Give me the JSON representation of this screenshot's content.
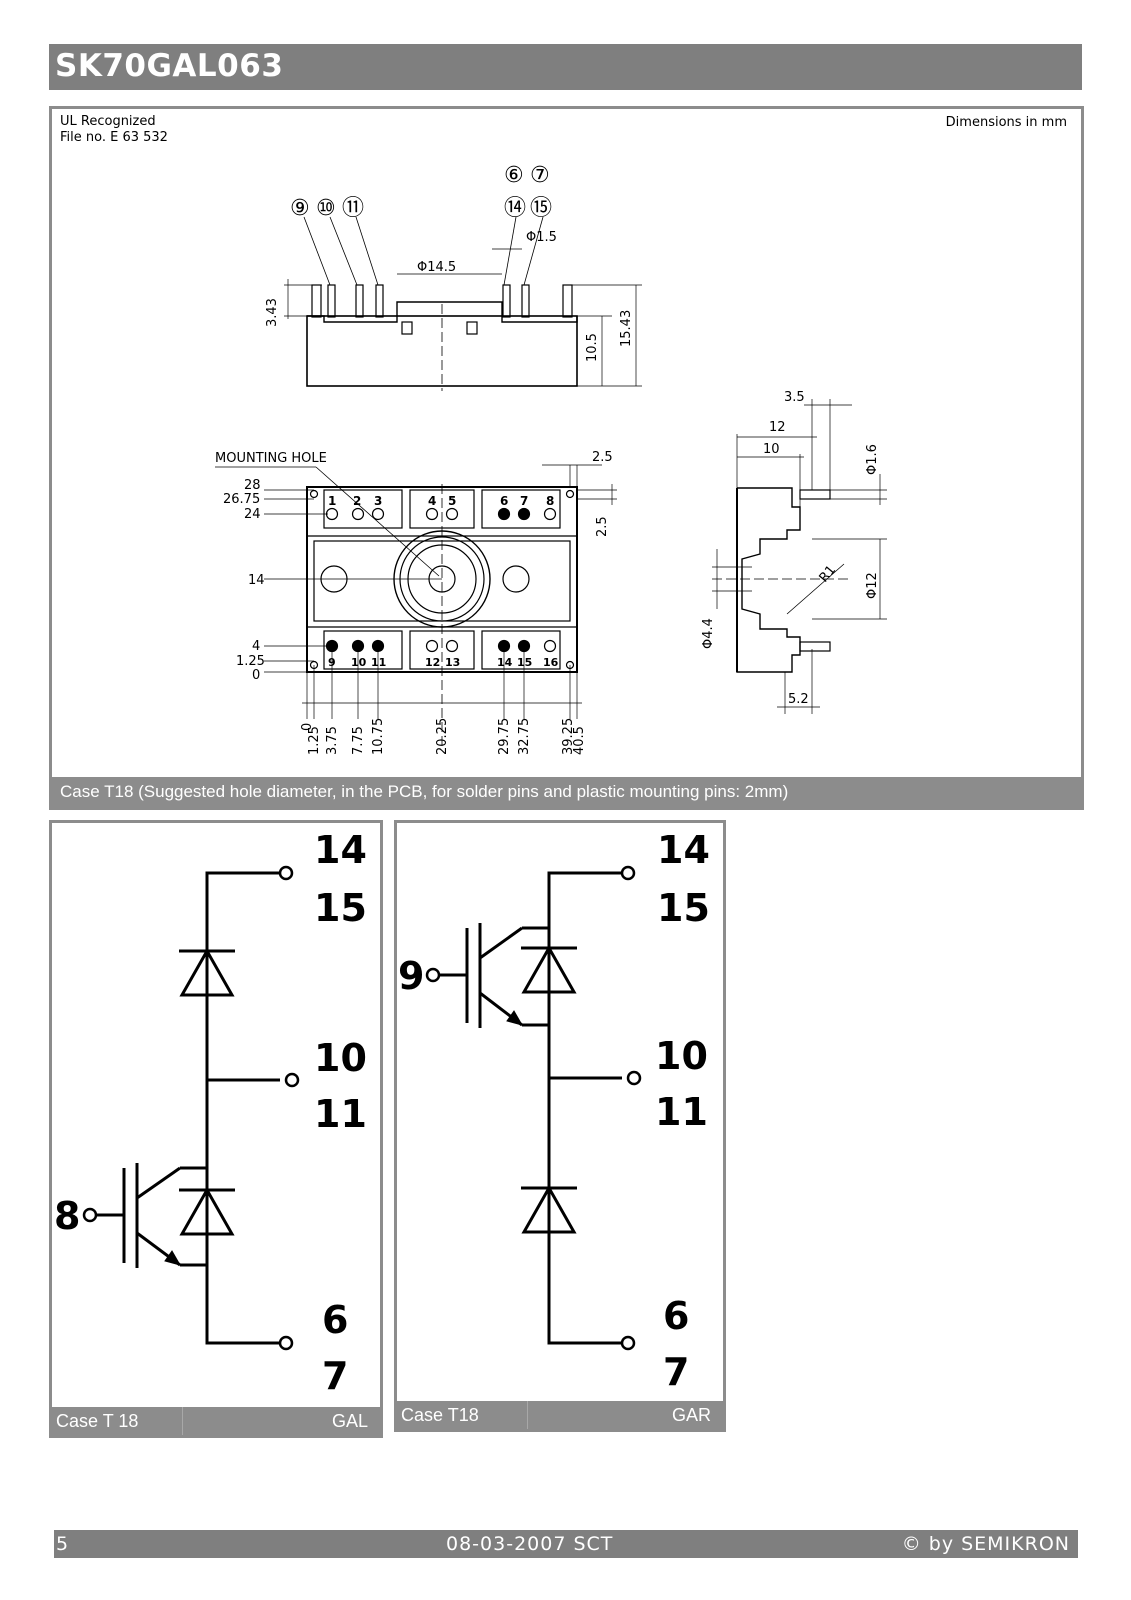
{
  "header": {
    "title": "SK70GAL063"
  },
  "case_drawing": {
    "ul_line1": "UL Recognized",
    "ul_line2": "File no. E 63 532",
    "dimensions_note": "Dimensions in mm",
    "caption": "Case T18 (Suggested hole diameter, in the PCB, for solder pins and plastic mounting pins: 2mm)",
    "mounting_hole_label": "MOUNTING HOLE",
    "side_view_labels": [
      "Φ14.5",
      "Φ1.5",
      "3.43",
      "10.5",
      "15.43"
    ],
    "pin_callouts_top": [
      "⑥",
      "⑦"
    ],
    "pin_callouts_left": [
      "⑨",
      "⑩",
      "⑪"
    ],
    "pin_callouts_right": [
      "⑭",
      "⑮"
    ],
    "y_dims": [
      "28",
      "26.75",
      "24",
      "14",
      "4",
      "1.25",
      "0"
    ],
    "x_dims": [
      "0",
      "1.25",
      "3.75",
      "7.75",
      "10.75",
      "20.25",
      "29.75",
      "32.75",
      "39.25",
      "40.5"
    ],
    "right_dims": [
      "2.5",
      "2.5"
    ],
    "end_view_labels": [
      "3.5",
      "12",
      "10",
      "Φ1.6",
      "Φ12",
      "R1",
      "Φ4.4",
      "5.2"
    ],
    "top_pins": [
      "1",
      "2",
      "3",
      "4",
      "5",
      "6",
      "7",
      "8"
    ],
    "bottom_pins": [
      "9",
      "10",
      "11",
      "12",
      "13",
      "14",
      "15",
      "16"
    ]
  },
  "schematic_gal": {
    "labels": {
      "t1": "14",
      "t2": "15",
      "m1": "10",
      "m2": "11",
      "gate": "8",
      "b1": "6",
      "b2": "7"
    },
    "caption_left": "Case T 18",
    "caption_right": "GAL"
  },
  "schematic_gar": {
    "labels": {
      "t1": "14",
      "t2": "15",
      "m1": "10",
      "m2": "11",
      "gate": "9",
      "b1": "6",
      "b2": "7"
    },
    "caption_left": "Case T18",
    "caption_right": "GAR"
  },
  "footer": {
    "page": "5",
    "date": "08-03-2007  SCT",
    "copyright": "© by SEMIKRON"
  }
}
